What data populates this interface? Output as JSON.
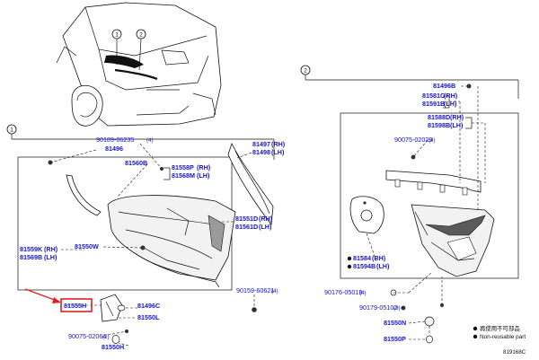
{
  "callouts": {
    "c1": "1",
    "c2": "2"
  },
  "group1": {
    "p90189_06235": "90189-06235",
    "p90189_06235_qty": "(4)",
    "p81496": "81496",
    "p81560B": "81560B",
    "p81558P": "81558P",
    "p81558P_side": "(RH)",
    "p81568M": "81568M",
    "p81568M_side": "(LH)",
    "p81497": "81497",
    "p81497_side": "(RH)",
    "p81498": "81498",
    "p81498_side": "(LH)",
    "p81551D": "81551D",
    "p81551D_side": "(RH)",
    "p81561D": "81561D",
    "p81561D_side": "(LH)",
    "p81559K": "81559K",
    "p81559K_side": "(RH)",
    "p81569B": "81569B",
    "p81569B_side": "(LH)",
    "p81550W": "81550W",
    "p90159_60621": "90159-60621",
    "p90159_60621_qty": "(4)",
    "p81555H": "81555H",
    "p81496C": "81496C",
    "p81550L": "81550L",
    "p90075_02064": "90075-02064",
    "p90075_02064_qty": "(2)",
    "p81550H": "81550H"
  },
  "group2": {
    "p81496B": "81496B",
    "p81581C": "81581C",
    "p81581C_side": "(RH)",
    "p81591B": "81591B",
    "p81591B_side": "(LH)",
    "p81588D": "81588D",
    "p81588D_side": "(RH)",
    "p81598B": "81598B",
    "p81598B_side": "(LH)",
    "p90075_02029": "90075-02029",
    "p90075_02029_qty": "(4)",
    "p81584": "81584",
    "p81584_side": "(RH)",
    "p81594B": "81594B",
    "p81594B_side": "(LH)",
    "p90176_05019": "90176-05019",
    "p90176_05019_qty": "(4)",
    "p90179_05102": "90179-05102",
    "p90179_05102_qty": "(2)",
    "p81550N": "81550N",
    "p81550P": "81550P"
  },
  "legend": {
    "jp": "再使用不可部品",
    "en": "Non-reusable part"
  },
  "diagram_code": "819168C",
  "colors": {
    "part_number": "#1515c8",
    "highlight": "#e02020",
    "line": "#111111"
  }
}
